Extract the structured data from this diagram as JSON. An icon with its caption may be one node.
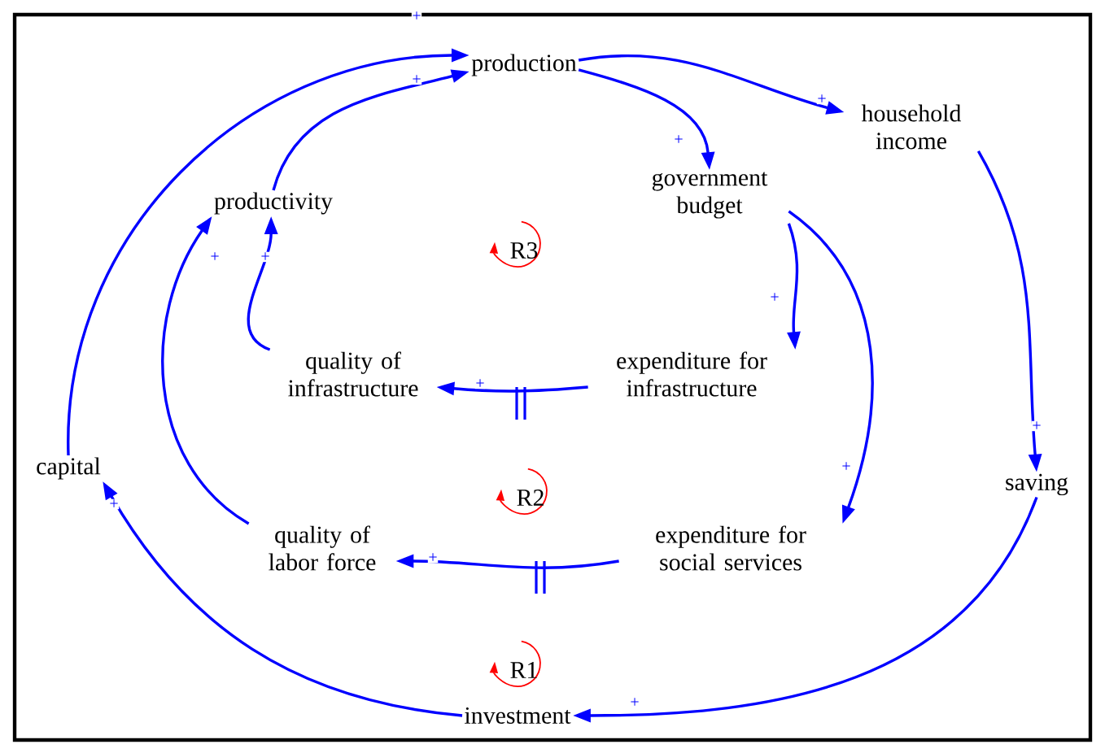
{
  "diagram": {
    "nodes": [
      {
        "text": [
          "production"
        ]
      },
      {
        "text": [
          "household income"
        ]
      },
      {
        "text": [
          "productivity"
        ]
      },
      {
        "text": [
          "government budget"
        ]
      },
      {
        "text": [
          "quality of infrastructure"
        ]
      },
      {
        "text": [
          "expenditure for infrastructure"
        ]
      },
      {
        "text": [
          "capital"
        ]
      },
      {
        "text": [
          "saving"
        ]
      },
      {
        "text": [
          "quality of labor force"
        ]
      },
      {
        "text": [
          "expenditure for social services"
        ]
      },
      {
        "text": [
          "investment"
        ]
      }
    ],
    "edges": [
      {
        "from": 0,
        "to": 1,
        "arrow": "to",
        "label": "+"
      },
      {
        "from": 0,
        "to": 3,
        "arrow": "to",
        "label": "+"
      },
      {
        "from": 1,
        "to": 7,
        "arrow": "to",
        "label": "+"
      },
      {
        "from": 3,
        "to": 5,
        "arrow": "to",
        "label": "+"
      },
      {
        "from": 3,
        "to": 9,
        "arrow": "to",
        "label": "+"
      },
      {
        "from": 5,
        "to": 4,
        "arrow": "to",
        "label": "+"
      },
      {
        "from": 9,
        "to": 8,
        "arrow": "to",
        "label": "+"
      },
      {
        "from": 7,
        "to": 10,
        "arrow": "to",
        "label": "+"
      },
      {
        "from": 10,
        "to": 6,
        "arrow": "to",
        "label": "+"
      },
      {
        "from": 6,
        "to": 0,
        "arrow": "to",
        "label": "+"
      },
      {
        "from": 2,
        "to": 0,
        "arrow": "to",
        "label": "+"
      },
      {
        "from": 8,
        "to": 2,
        "arrow": "to",
        "label": "+"
      },
      {
        "from": 4,
        "to": 2,
        "arrow": "to",
        "label": "+"
      }
    ],
    "labels": [
      "R3",
      "R2",
      "R1"
    ]
  }
}
